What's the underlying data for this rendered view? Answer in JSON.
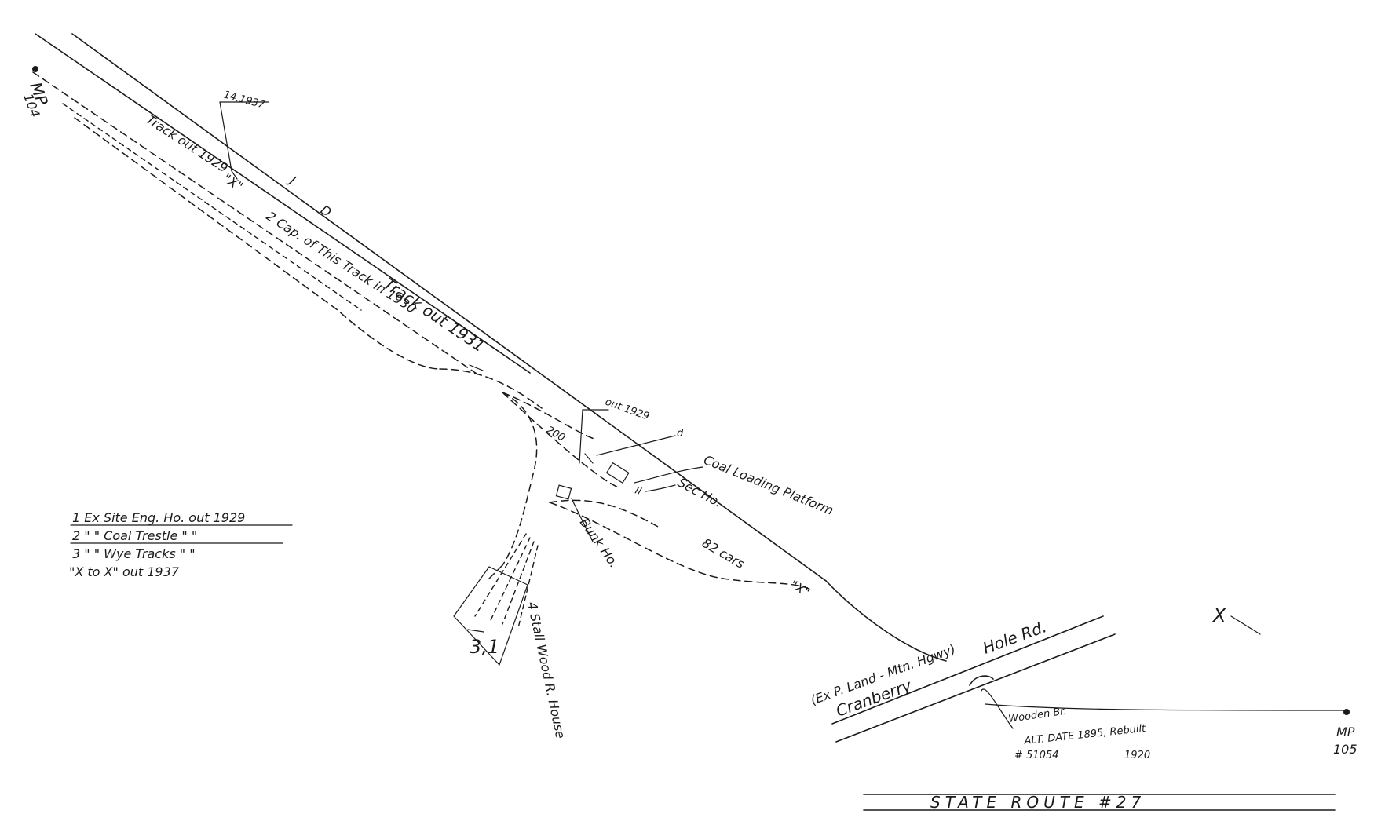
{
  "mileposts": {
    "start": {
      "line1": "MP",
      "line2": "104"
    },
    "end": {
      "line1": "MP",
      "line2": "105"
    }
  },
  "track_labels": {
    "track_out_1929": "Track out 1929",
    "xx_marker": "\"X\"",
    "jd": "J",
    "jd_end": "D",
    "date_1937": "14,1937",
    "cap_of_track": "2 Cap. of This Track in 1930",
    "track_out_1931": "Track out 1931",
    "out_1929": "out 1929",
    "cars_200": "200",
    "cars_82": "82 cars",
    "x_end": "\"X\"",
    "small_d": "d"
  },
  "structures": {
    "coal_loading_platform": "Coal Loading Platform",
    "sec_house": "Sec Ho.",
    "bunk_house": "Bunk Ho.",
    "roundhouse": "4 Stall Wood R. House",
    "roundhouse_numbers": "3,1",
    "numeral_ii": "II"
  },
  "legend": {
    "items": [
      "1 Ex Site Eng. Ho. out 1929",
      "2 \" \" Coal Trestle \" \"",
      "3 \" \" Wye Tracks \" \"",
      "\"X to X\" out 1937"
    ]
  },
  "roads": {
    "highway_line1": "(Ex P. Land - Mtn. Hgwy)",
    "cranberry": "Cranberry",
    "hole_rd": "Hole Rd.",
    "state_route": "STATE ROUTE #27"
  },
  "bridge": {
    "line1": "Wooden Br.",
    "line2": "ALT. DATE 1895, Rebuilt",
    "line3": "# 51054",
    "line4": "1920"
  },
  "marker_x": "X"
}
